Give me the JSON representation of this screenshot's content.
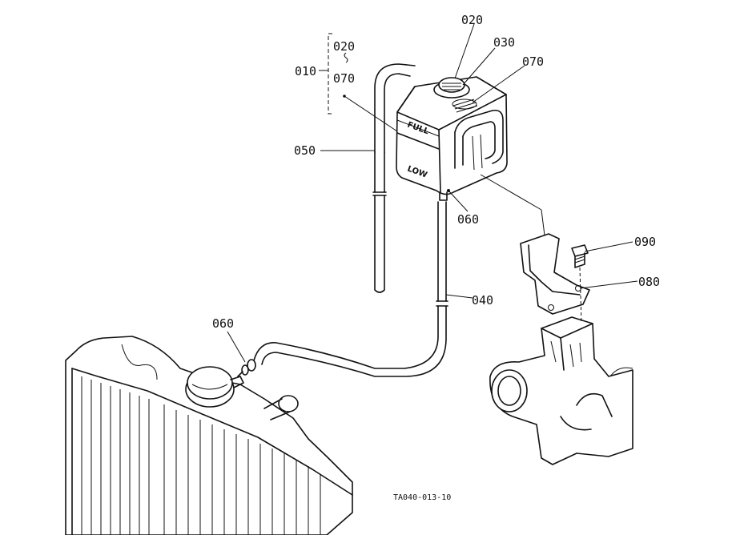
{
  "callouts": {
    "group_020": "020",
    "group_070": "070",
    "assembly_010": "010",
    "cap_020": "020",
    "part_030": "030",
    "part_070": "070",
    "hose_050": "050",
    "clamp_060_tank": "060",
    "hose_040": "040",
    "clamp_060_radiator": "060",
    "bolt_090": "090",
    "bracket_080": "080"
  },
  "tank_markings": {
    "full": "FULL",
    "low": "LOW"
  },
  "drawing_code": "TA040-013-10"
}
